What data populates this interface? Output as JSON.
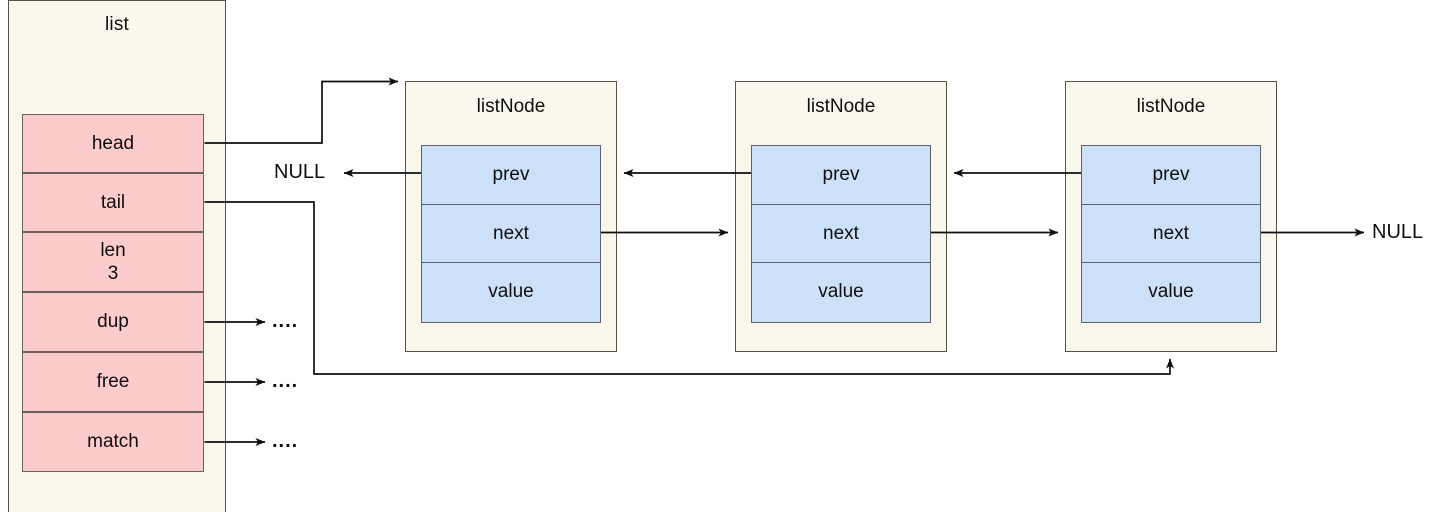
{
  "diagram": {
    "title_hidden": "",
    "colors": {
      "cream": "#faf8ed",
      "pink": "#fccccc",
      "blue": "#cce0f8",
      "stroke_dark": "#565248",
      "stroke_slot": "#5d6470",
      "line": "#0f0f0f",
      "background": "#ffffff"
    }
  },
  "list_struct": {
    "label": "list",
    "fields": [
      {
        "name": "head",
        "value": ""
      },
      {
        "name": "tail",
        "value": ""
      },
      {
        "name": "len",
        "value": "3"
      },
      {
        "name": "dup",
        "value": ""
      },
      {
        "name": "free",
        "value": ""
      },
      {
        "name": "match",
        "value": ""
      }
    ]
  },
  "nodes": [
    {
      "label": "listNode",
      "slots": [
        {
          "name": "prev"
        },
        {
          "name": "next"
        },
        {
          "name": "value"
        }
      ]
    },
    {
      "label": "listNode",
      "slots": [
        {
          "name": "prev"
        },
        {
          "name": "next"
        },
        {
          "name": "value"
        }
      ]
    },
    {
      "label": "listNode",
      "slots": [
        {
          "name": "prev"
        },
        {
          "name": "next"
        },
        {
          "name": "value"
        }
      ]
    }
  ],
  "labels": {
    "null_left": "NULL",
    "null_right": "NULL",
    "dots_dup": "....",
    "dots_free": "....",
    "dots_match": "...."
  }
}
